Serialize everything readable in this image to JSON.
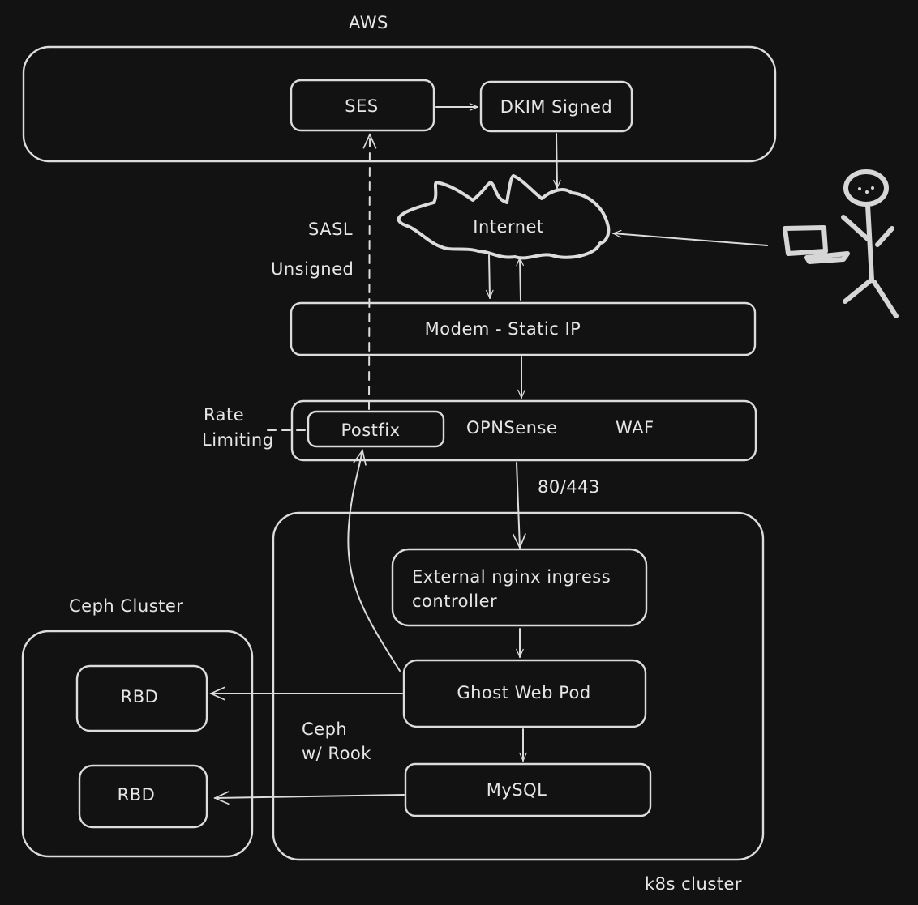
{
  "diagram": {
    "background": "#121212",
    "stroke_color": "#dcdcdc",
    "groups": {
      "aws": {
        "label": "AWS"
      },
      "k8s": {
        "label": "k8s cluster"
      },
      "ceph": {
        "label": "Ceph Cluster"
      }
    },
    "nodes": {
      "ses": {
        "label": "SES"
      },
      "dkim": {
        "label": "DKIM Signed"
      },
      "internet": {
        "label": "Internet"
      },
      "modem": {
        "label": "Modem - Static IP"
      },
      "opnsense": {
        "label": "OPNSense"
      },
      "waf": {
        "label": "WAF"
      },
      "postfix": {
        "label": "Postfix"
      },
      "ingress": {
        "line1": "External nginx ingress",
        "line2": "controller"
      },
      "ghost": {
        "label": "Ghost Web Pod"
      },
      "mysql": {
        "label": "MySQL"
      },
      "rbd1": {
        "label": "RBD"
      },
      "rbd2": {
        "label": "RBD"
      },
      "user": {
        "label": "User with laptop",
        "icon": "stick-figure-laptop"
      }
    },
    "annotations": {
      "sasl": "SASL",
      "unsigned": "Unsigned",
      "rate_limiting_1": "Rate",
      "rate_limiting_2": "Limiting",
      "ports": "80/443",
      "ceph_rook_1": "Ceph",
      "ceph_rook_2": "w/ Rook"
    },
    "edges": [
      {
        "from": "SES",
        "to": "DKIM Signed",
        "style": "solid"
      },
      {
        "from": "DKIM Signed",
        "to": "Internet",
        "style": "solid"
      },
      {
        "from": "User",
        "to": "Internet",
        "style": "solid"
      },
      {
        "from": "Internet",
        "to": "Modem - Static IP",
        "style": "solid"
      },
      {
        "from": "Modem - Static IP",
        "to": "Internet",
        "style": "solid"
      },
      {
        "from": "Modem - Static IP",
        "to": "OPNSense",
        "style": "solid"
      },
      {
        "from": "Postfix",
        "to": "SES",
        "style": "dashed",
        "label": "SASL Unsigned"
      },
      {
        "from": "OPNSense",
        "to": "External nginx ingress controller",
        "style": "solid",
        "label": "80/443"
      },
      {
        "from": "External nginx ingress controller",
        "to": "Ghost Web Pod",
        "style": "solid"
      },
      {
        "from": "Ghost Web Pod",
        "to": "Postfix",
        "style": "solid"
      },
      {
        "from": "Ghost Web Pod",
        "to": "MySQL",
        "style": "solid"
      },
      {
        "from": "Ghost Web Pod",
        "to": "RBD",
        "style": "solid"
      },
      {
        "from": "MySQL",
        "to": "RBD",
        "style": "solid"
      },
      {
        "from": "Rate Limiting",
        "to": "Postfix",
        "style": "dashed"
      }
    ]
  }
}
